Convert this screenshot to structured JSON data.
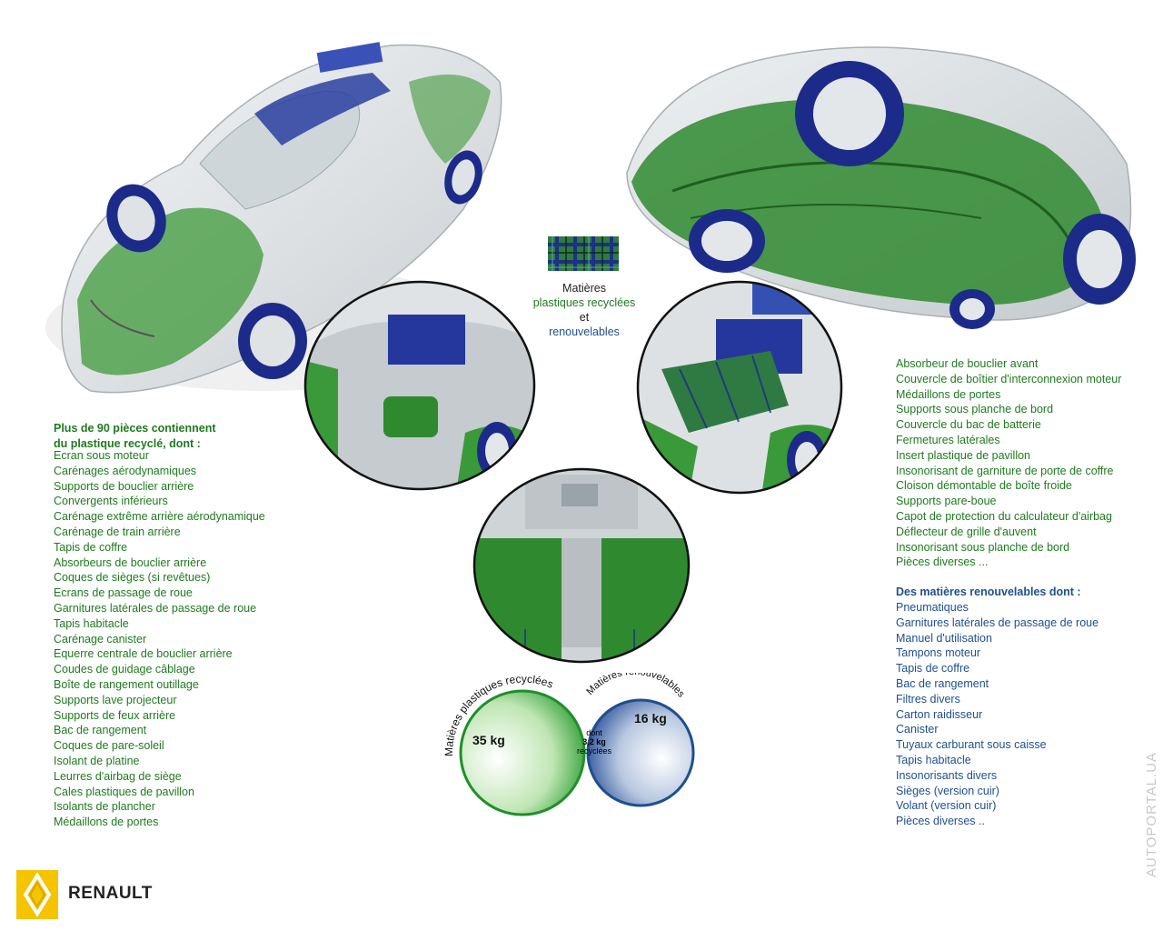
{
  "legend": {
    "line1": "Matières",
    "line2": "plastiques recyclées",
    "line3": "et",
    "line4": "renouvelables"
  },
  "left_list": {
    "heading_line1": "Plus de 90 pièces contiennent",
    "heading_line2": "du plastique recyclé, dont :",
    "items": [
      "Ecran sous moteur",
      "Carénages aérodynamiques",
      "Supports de bouclier arrière",
      "Convergents inférieurs",
      "Carénage extrême arrière aérodynamique",
      "Carénage de train arrière",
      "Tapis de coffre",
      "Absorbeurs de bouclier arrière",
      "Coques de sièges (si revêtues)",
      "Ecrans de passage de roue",
      "Garnitures latérales de passage de roue",
      "Tapis habitacle",
      "Carénage canister",
      "Equerre centrale de bouclier arrière",
      "Coudes de guidage câblage",
      "Boîte de rangement outillage",
      "Supports lave projecteur",
      "Supports de feux arrière",
      "Bac de rangement",
      "Coques de pare-soleil",
      "Isolant de platine",
      "Leurres d'airbag de siège",
      "Cales plastiques de pavillon",
      "Isolants de plancher",
      "Médaillons de portes"
    ]
  },
  "right_green_list": {
    "items": [
      "Absorbeur de bouclier avant",
      "Couvercle de boîtier d'interconnexion moteur",
      "Médaillons de portes",
      "Supports sous planche de bord",
      "Couvercle du bac de batterie",
      "Fermetures latérales",
      "Insert plastique de pavillon",
      "Insonorisant de garniture de porte de coffre",
      "Cloison démontable de boîte froide",
      "Supports pare-boue",
      "Capot de protection du calculateur d'airbag",
      "Déflecteur de grille d'auvent",
      "Insonorisant sous planche de bord",
      "Pièces diverses ..."
    ]
  },
  "right_blue_list": {
    "heading": "Des matières renouvelables dont :",
    "items": [
      "Pneumatiques",
      "Garnitures latérales de passage de roue",
      "Manuel d'utilisation",
      "Tampons moteur",
      "Tapis de coffre",
      "Bac de rangement",
      "Filtres divers",
      "Carton raidisseur",
      "Canister",
      "Tuyaux carburant sous caisse",
      "Tapis habitacle",
      "Insonorisants divers",
      "Sièges (version cuir)",
      "Volant (version cuir)",
      "Pièces diverses .."
    ]
  },
  "venn": {
    "left_label": "Matières plastiques recyclées",
    "right_label": "Matières renouvelables",
    "left_value": "35 kg",
    "right_value": "16 kg",
    "overlap_line1": "dont",
    "overlap_line2": "3,2 kg",
    "overlap_line3": "recyclées"
  },
  "brand": {
    "name": "RENAULT"
  },
  "watermark": {
    "text": "AUTOPORTAL.UA"
  },
  "colors": {
    "recycled_green": "#1f7a1f",
    "renewable_blue": "#1e4f8f",
    "overlap_yellow": "#f2f200",
    "logo_yellow": "#f5c400"
  }
}
